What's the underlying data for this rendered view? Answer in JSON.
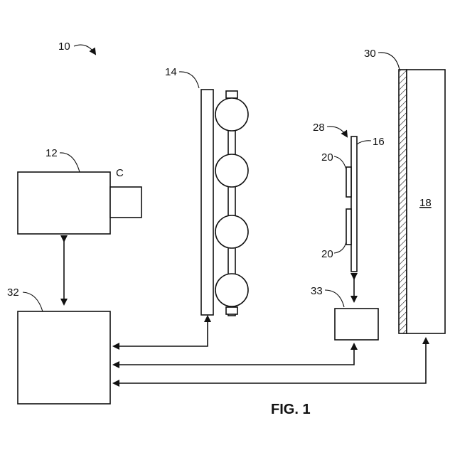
{
  "figure": {
    "caption": "FIG. 1",
    "labels": {
      "system": "10",
      "camera": "12",
      "camera_tag": "C",
      "light_panel": "14",
      "sample_plate": "16",
      "target_region": "18",
      "sample_a": "20",
      "sample_b": "20",
      "plate_group": "28",
      "screen": "30",
      "controller": "32",
      "stage_driver": "33"
    }
  }
}
